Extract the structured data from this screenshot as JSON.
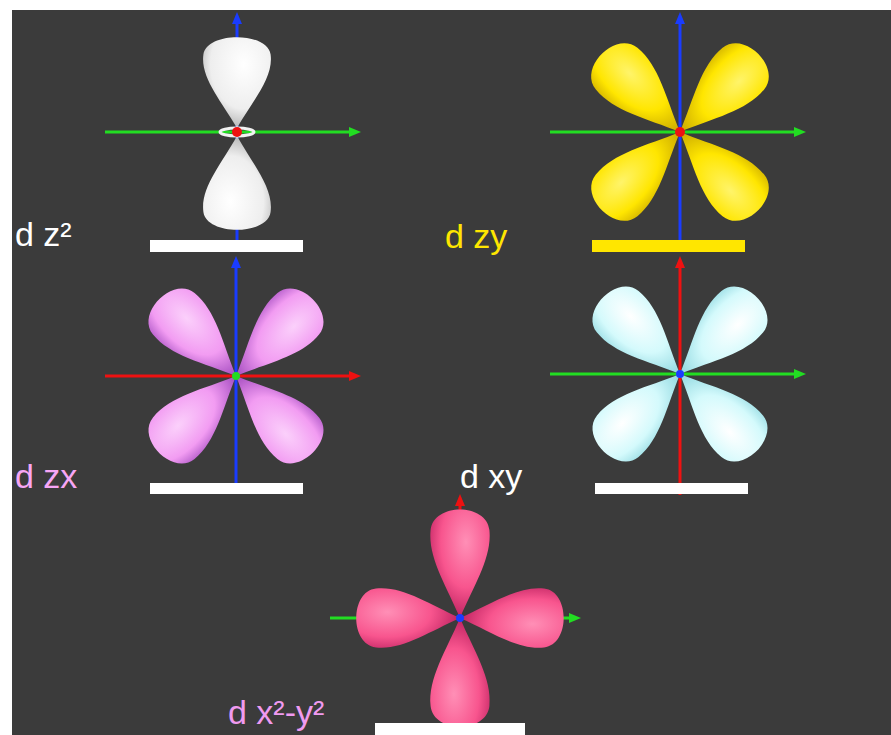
{
  "diagram": {
    "labels": [
      "d z²",
      "d zy",
      "d zx",
      "d xy",
      "d x²-y²"
    ]
  }
}
